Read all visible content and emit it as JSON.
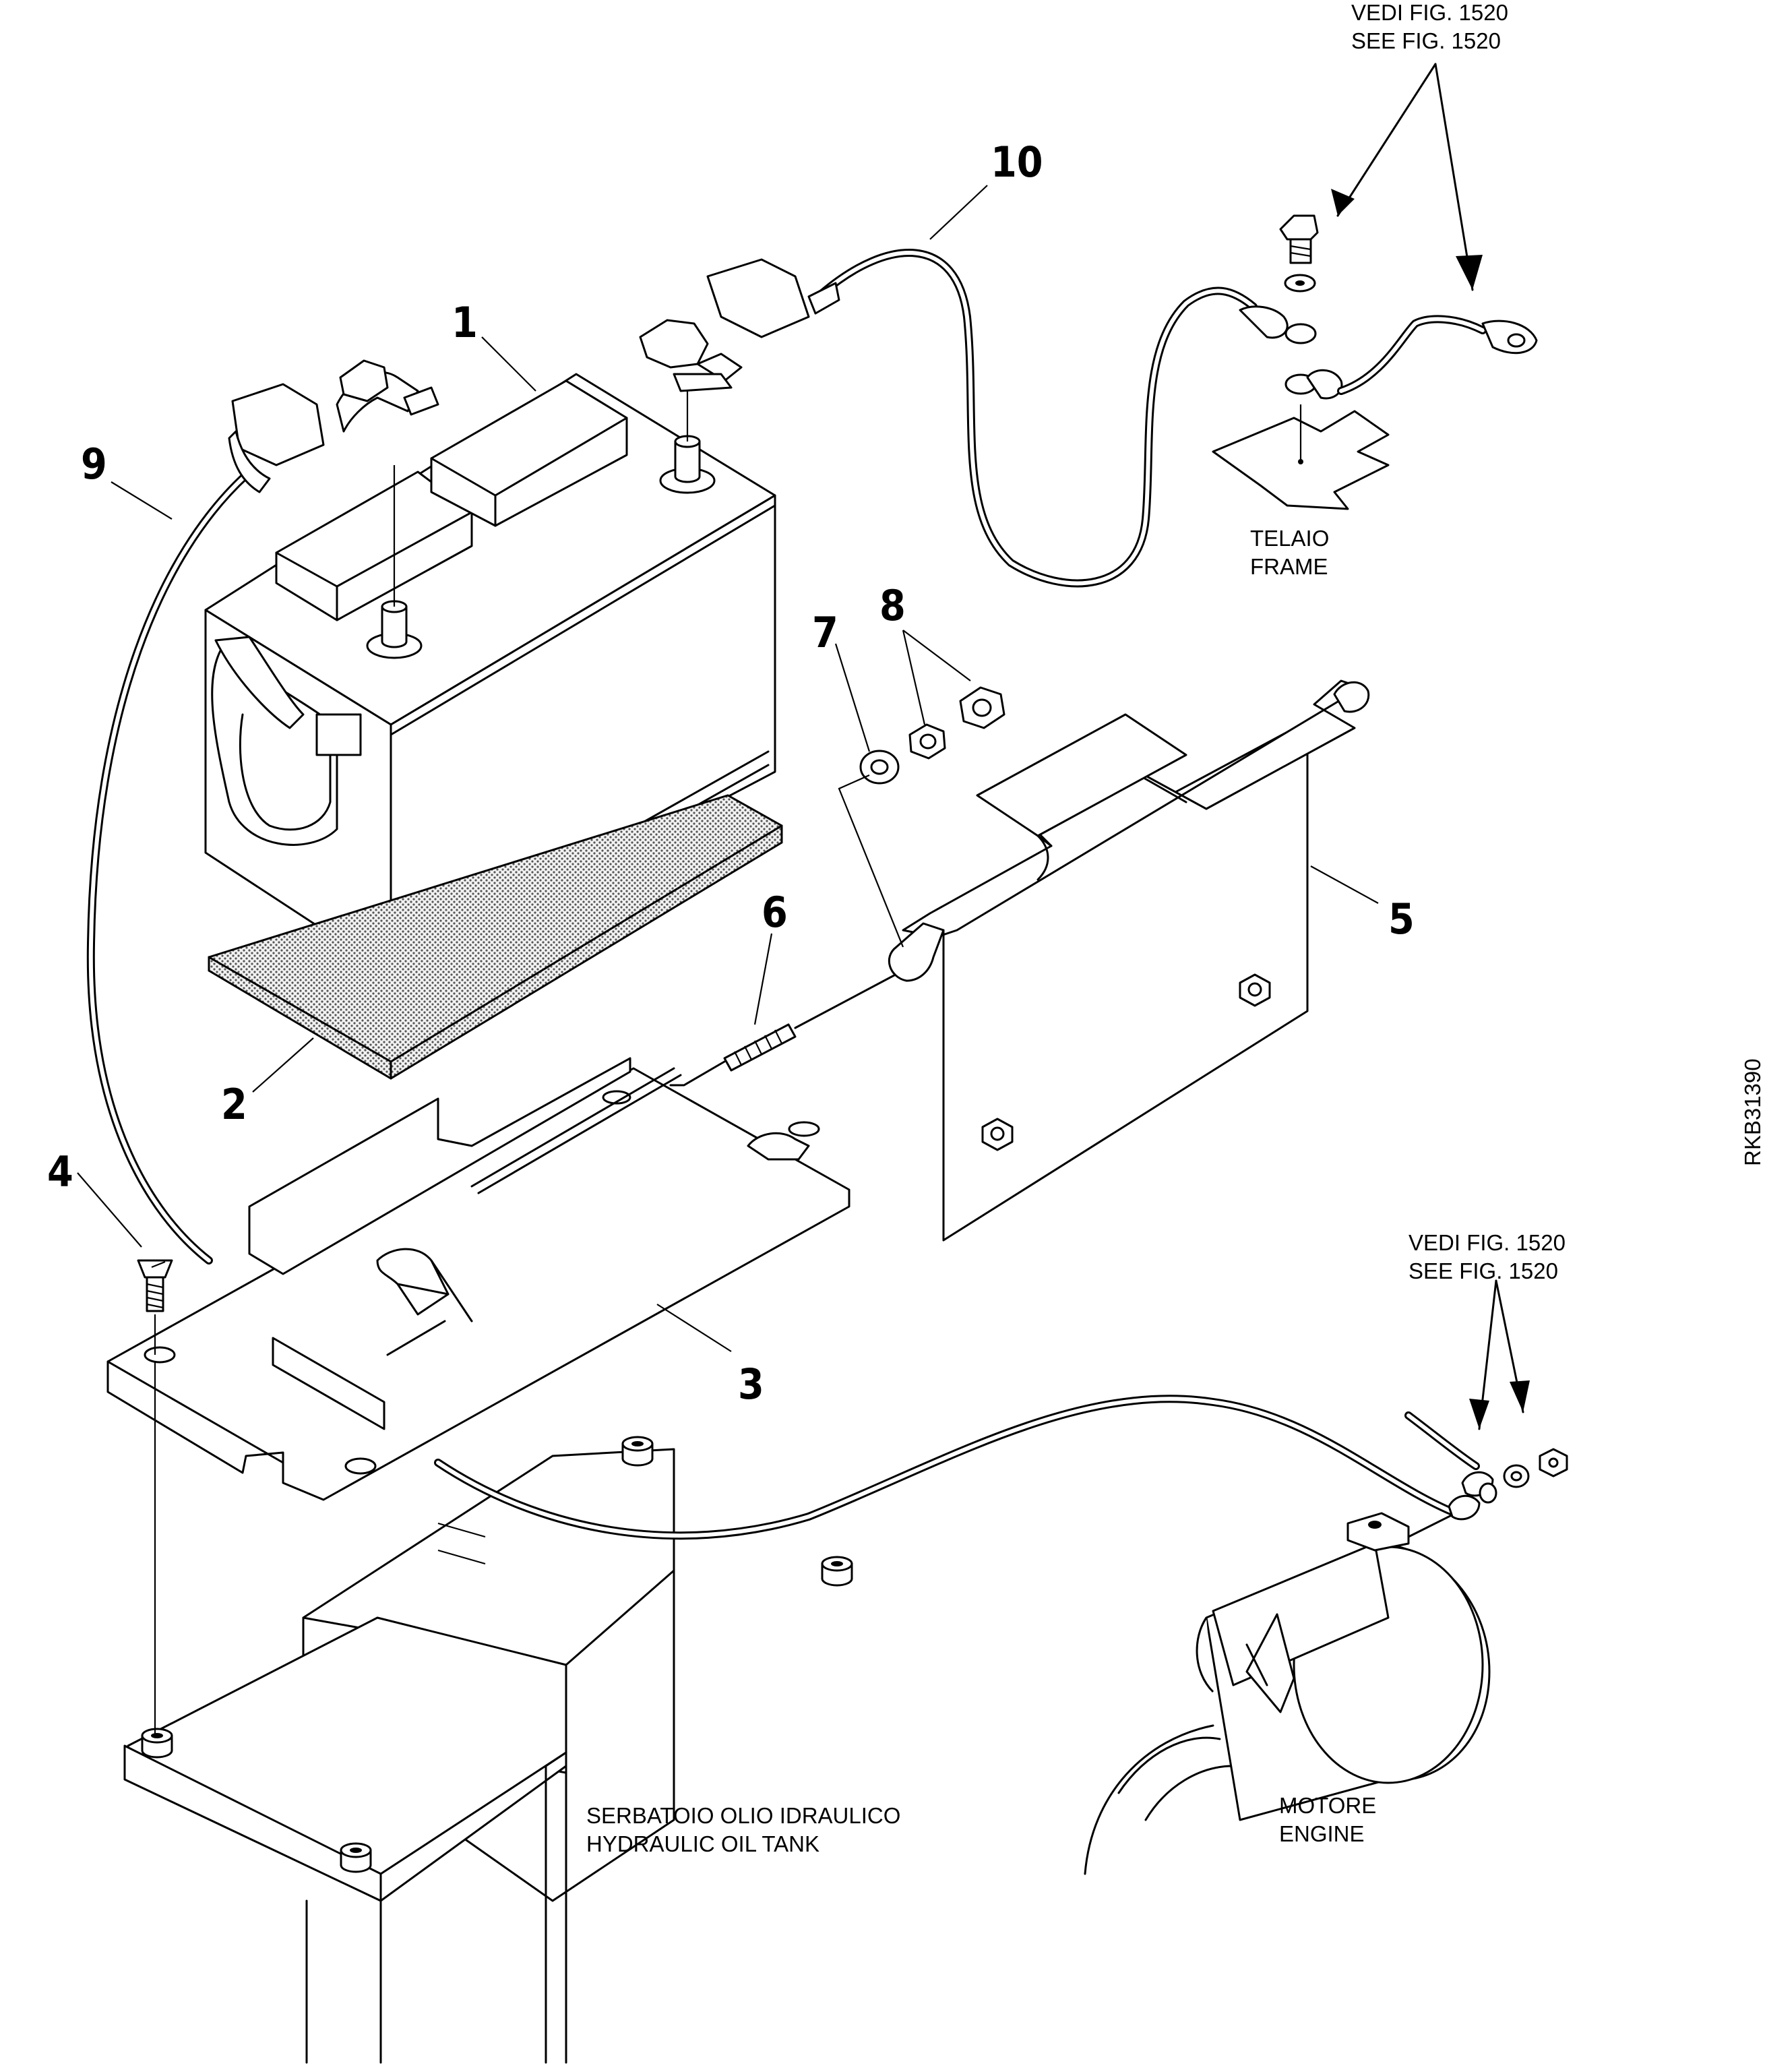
{
  "figure_id": "RKB31390",
  "callouts": [
    "1",
    "2",
    "3",
    "4",
    "5",
    "6",
    "7",
    "8",
    "9",
    "10"
  ],
  "captions": {
    "frame_ref": {
      "it": "VEDI FIG. 1520",
      "en": "SEE FIG. 1520"
    },
    "frame": {
      "it": "TELAIO",
      "en": "FRAME"
    },
    "engine_ref": {
      "it": "VEDI FIG. 1520",
      "en": "SEE FIG. 1520"
    },
    "tank": {
      "it": "SERBATOIO OLIO IDRAULICO",
      "en": "HYDRAULIC OIL TANK"
    },
    "engine": {
      "it": "MOTORE",
      "en": "ENGINE"
    }
  }
}
